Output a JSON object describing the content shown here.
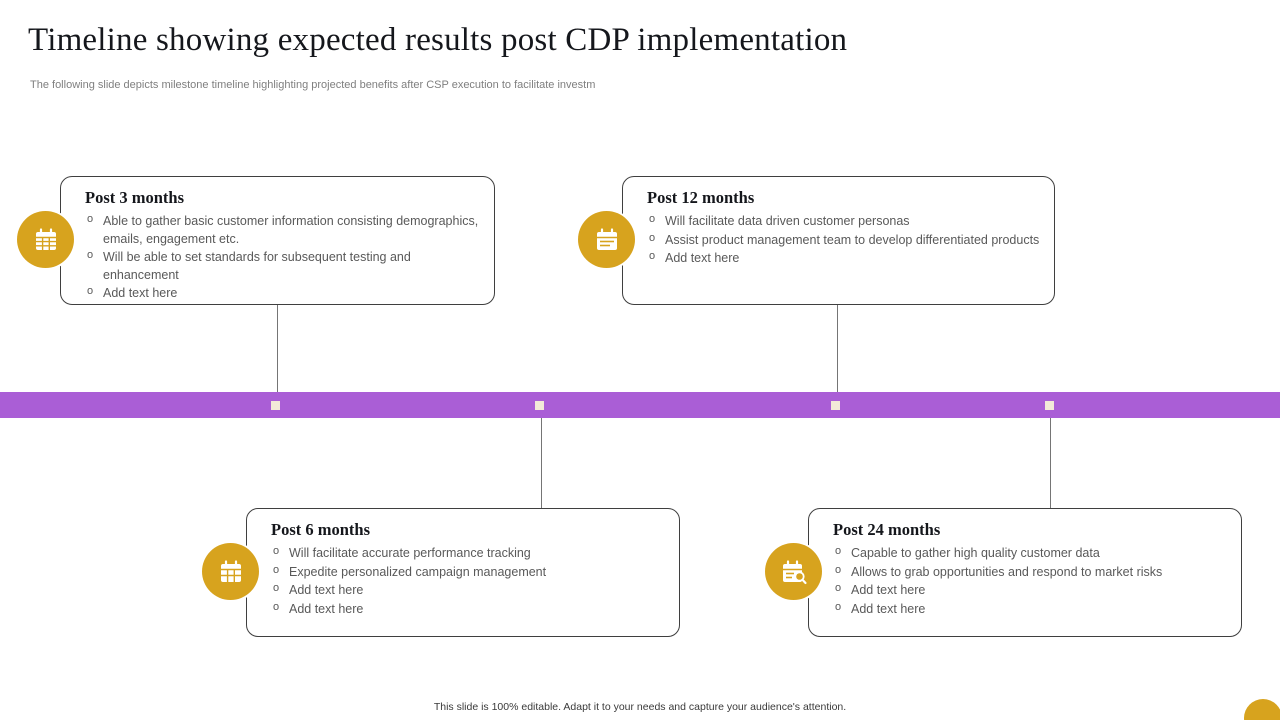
{
  "slide": {
    "title": "Timeline showing expected results post CDP implementation",
    "subtitle": "The following slide depicts milestone timeline highlighting projected benefits after CSP execution to facilitate investm",
    "footer": "This slide is 100% editable. Adapt it to your needs and capture your audience's attention."
  },
  "colors": {
    "timeline_purple": "#AA5ED6",
    "icon_gold": "#D7A31E",
    "marker_cream": "#F2E9D8",
    "card_border": "#3F3F3F",
    "body_text": "#595959",
    "heading_text": "#15171C"
  },
  "milestones": [
    {
      "title": "Post 3 months",
      "icon": "calendar-grid-icon",
      "bullets": [
        "Able to gather basic customer information consisting demographics, emails, engagement etc.",
        "Will be able to set standards for subsequent testing and enhancement",
        "Add text here"
      ]
    },
    {
      "title": "Post 12 months",
      "icon": "calendar-icon",
      "bullets": [
        "Will facilitate data driven customer personas",
        "Assist product management team to develop differentiated products",
        "Add text here"
      ]
    },
    {
      "title": "Post 6 months",
      "icon": "calendar-icon",
      "bullets": [
        "Will facilitate accurate performance tracking",
        "Expedite personalized campaign management",
        "Add text here",
        "Add text here"
      ]
    },
    {
      "title": "Post 24 months",
      "icon": "calendar-search-icon",
      "bullets": [
        "Capable to gather high quality customer data",
        "Allows to grab opportunities and respond to market risks",
        "Add text here",
        "Add text here"
      ]
    }
  ]
}
